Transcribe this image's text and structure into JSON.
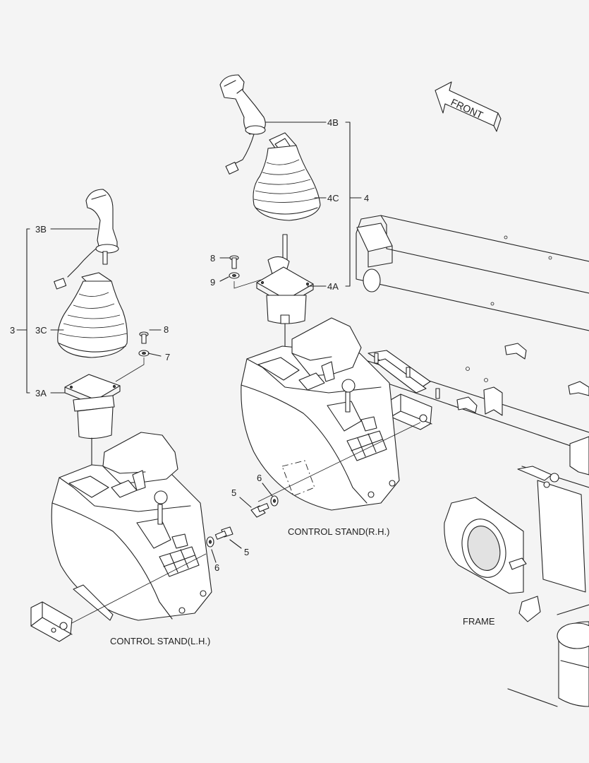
{
  "callouts": {
    "c3": "3",
    "c3b": "3B",
    "c3c": "3C",
    "c3a": "3A",
    "c8l": "8",
    "c7": "7",
    "c4": "4",
    "c4b": "4B",
    "c4c": "4C",
    "c4a": "4A",
    "c8r": "8",
    "c9": "9",
    "c5r": "5",
    "c6r": "6",
    "c5l": "5",
    "c6l": "6"
  },
  "labels": {
    "front": "FRONT",
    "stand_rh": "CONTROL STAND(R.H.)",
    "stand_lh": "CONTROL STAND(L.H.)",
    "frame": "FRAME"
  }
}
